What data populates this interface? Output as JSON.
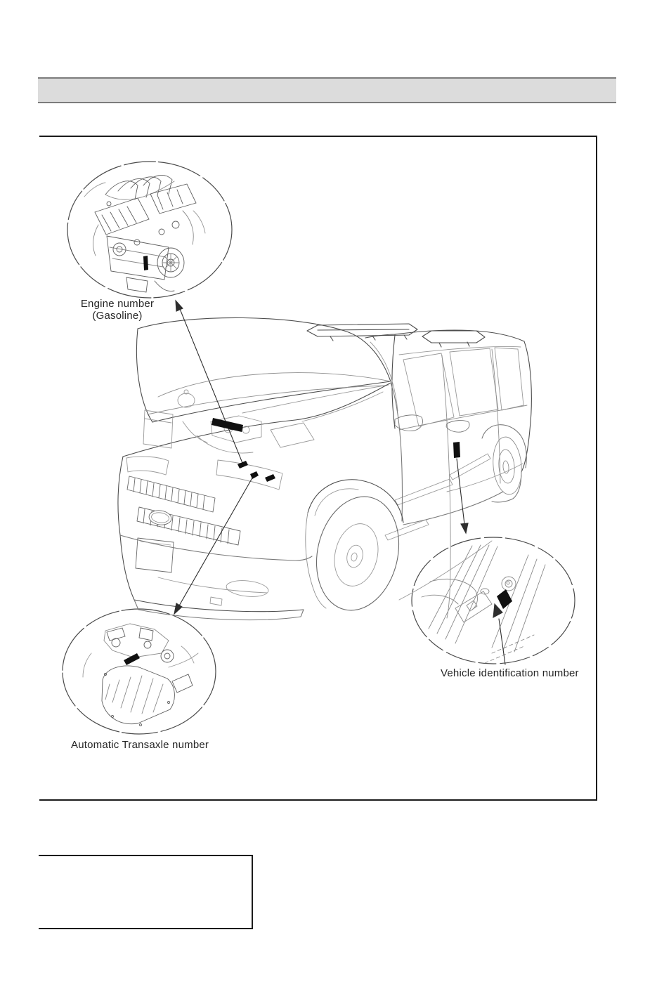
{
  "figure": {
    "engine_label_line1": "Engine number",
    "engine_label_line2": "(Gasoline)",
    "transaxle_label": "Automatic Transaxle number",
    "vin_label": "Vehicle identification number"
  },
  "colors": {
    "header_bar_fill": "#dcdcdc",
    "header_bar_border": "#7c7c7c",
    "frame_border": "#1b1b1b",
    "line_art_dark": "#4d4d4d",
    "line_art_light": "#9a9a9a",
    "id_mark": "#101010",
    "label_text": "#262626"
  }
}
